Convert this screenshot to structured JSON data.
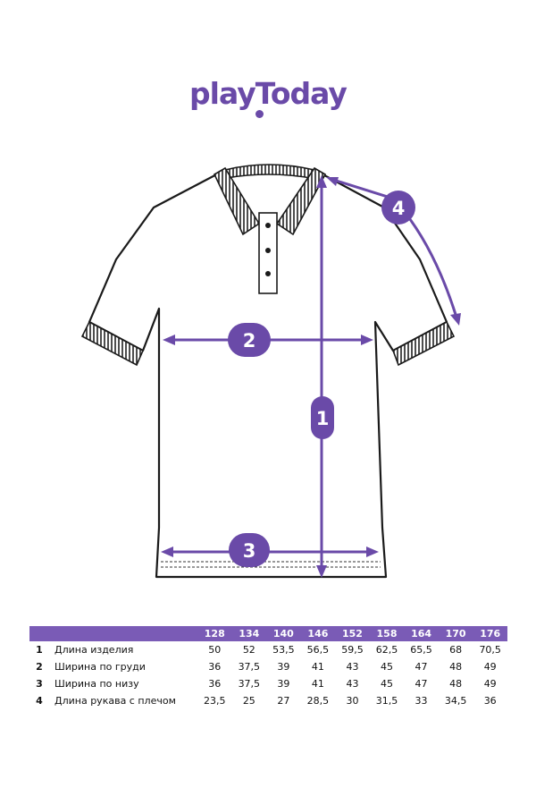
{
  "brand": {
    "logo_text": "playToday"
  },
  "measurement_badges": [
    "1",
    "2",
    "3",
    "4"
  ],
  "colors": {
    "accent": "#6a4aa8",
    "table_header": "#7a5bb6",
    "outline": "#1a1a1a"
  },
  "size_table": {
    "sizes": [
      "128",
      "134",
      "140",
      "146",
      "152",
      "158",
      "164",
      "170",
      "176"
    ],
    "rows": [
      {
        "num": "1",
        "label": "Длина изделия",
        "values": [
          "50",
          "52",
          "53,5",
          "56,5",
          "59,5",
          "62,5",
          "65,5",
          "68",
          "70,5"
        ]
      },
      {
        "num": "2",
        "label": "Ширина по груди",
        "values": [
          "36",
          "37,5",
          "39",
          "41",
          "43",
          "45",
          "47",
          "48",
          "49"
        ]
      },
      {
        "num": "3",
        "label": "Ширина по низу",
        "values": [
          "36",
          "37,5",
          "39",
          "41",
          "43",
          "45",
          "47",
          "48",
          "49"
        ]
      },
      {
        "num": "4",
        "label": "Длина рукава с плечом",
        "values": [
          "23,5",
          "25",
          "27",
          "28,5",
          "30",
          "31,5",
          "33",
          "34,5",
          "36"
        ]
      }
    ]
  }
}
